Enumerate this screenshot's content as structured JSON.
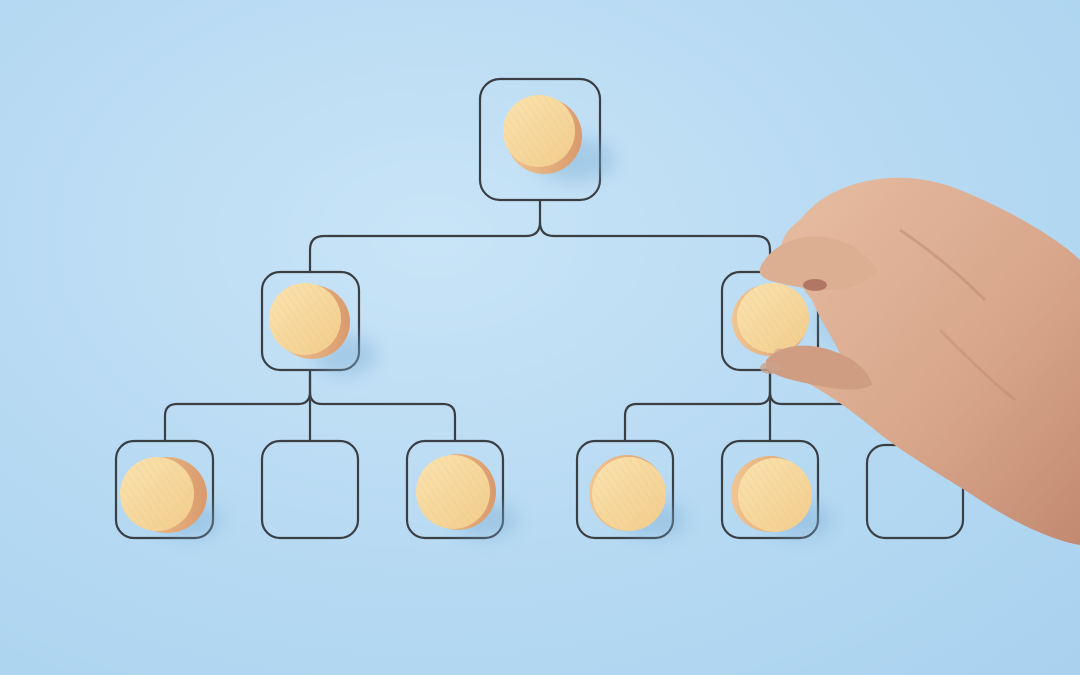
{
  "image": {
    "subject": "",
    "colors": {
      "background": "#b9dbf3",
      "line": "#3a3f44",
      "disc_top": "#f6d69a",
      "disc_side": "#e8b57e",
      "skin": "#d9a98c",
      "skin_shadow": "#b9826a"
    }
  },
  "org_chart": {
    "nodes": [
      {
        "id": "top",
        "level": 0,
        "filled": true
      },
      {
        "id": "mid-left",
        "level": 1,
        "filled": true
      },
      {
        "id": "mid-right",
        "level": 1,
        "filled": true,
        "held_by_hand": true
      },
      {
        "id": "bottom-1",
        "level": 2,
        "filled": true
      },
      {
        "id": "bottom-2",
        "level": 2,
        "filled": false
      },
      {
        "id": "bottom-3",
        "level": 2,
        "filled": true
      },
      {
        "id": "bottom-4",
        "level": 2,
        "filled": true
      },
      {
        "id": "bottom-5",
        "level": 2,
        "filled": true
      },
      {
        "id": "bottom-6",
        "level": 2,
        "filled": false
      }
    ]
  }
}
